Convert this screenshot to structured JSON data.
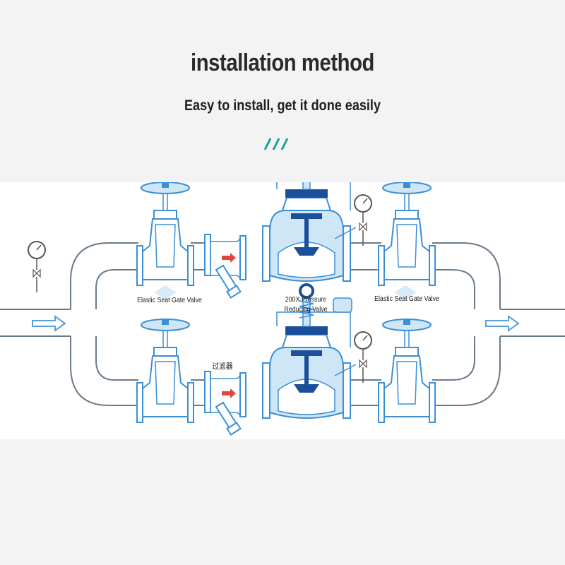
{
  "header": {
    "title": "installation method",
    "subtitle": "Easy to install, get it done easily"
  },
  "diagram": {
    "labels": {
      "left_gate_valve": "Elastic Seat Gate Valve",
      "reducing_valve": "200X Pressure Reducing Valve",
      "right_gate_valve": "Elastic Seat Gate Valve",
      "filter": "过滤器"
    },
    "colors": {
      "pipe_outline": "#6b7a8a",
      "pipe_fill": "#ffffff",
      "valve_blue": "#3b8fd6",
      "valve_light": "#cfe6f7",
      "valve_dark": "#1c4f9a",
      "arrow_blue": "#5aa0dd",
      "flow_arrow_red": "#e0463c",
      "accent_teal": "#1aa39a"
    }
  }
}
